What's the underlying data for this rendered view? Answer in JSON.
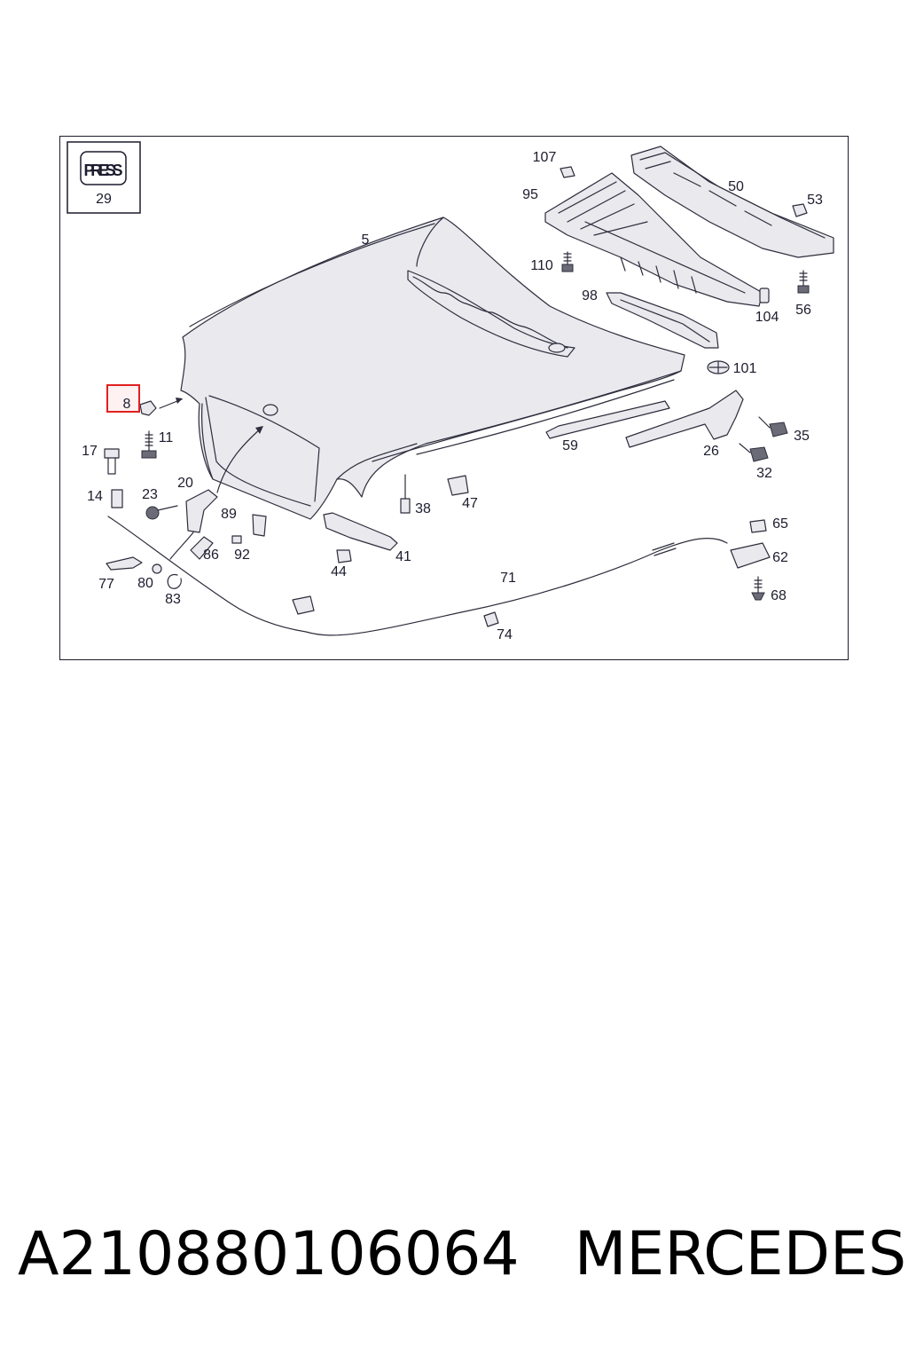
{
  "diagram": {
    "press_badge": {
      "text": "PRESS",
      "number": "29"
    },
    "highlighted_callout": "8",
    "callouts": {
      "p5": "5",
      "p8": "8",
      "p11": "11",
      "p14": "14",
      "p17": "17",
      "p20": "20",
      "p23": "23",
      "p26": "26",
      "p32": "32",
      "p35": "35",
      "p38": "38",
      "p41": "41",
      "p44": "44",
      "p47": "47",
      "p50": "50",
      "p53": "53",
      "p56": "56",
      "p59": "59",
      "p62": "62",
      "p65": "65",
      "p68": "68",
      "p71": "71",
      "p74": "74",
      "p77": "77",
      "p80": "80",
      "p83": "83",
      "p86": "86",
      "p89": "89",
      "p92": "92",
      "p95": "95",
      "p98": "98",
      "p101": "101",
      "p104": "104",
      "p107": "107",
      "p110": "110"
    },
    "colors": {
      "line": "#2d2d3c",
      "highlight": "#e02020",
      "highlight_fill": "#fde8ea"
    }
  },
  "caption": {
    "part_number": "A210880106064",
    "brand": "MERCEDES"
  }
}
